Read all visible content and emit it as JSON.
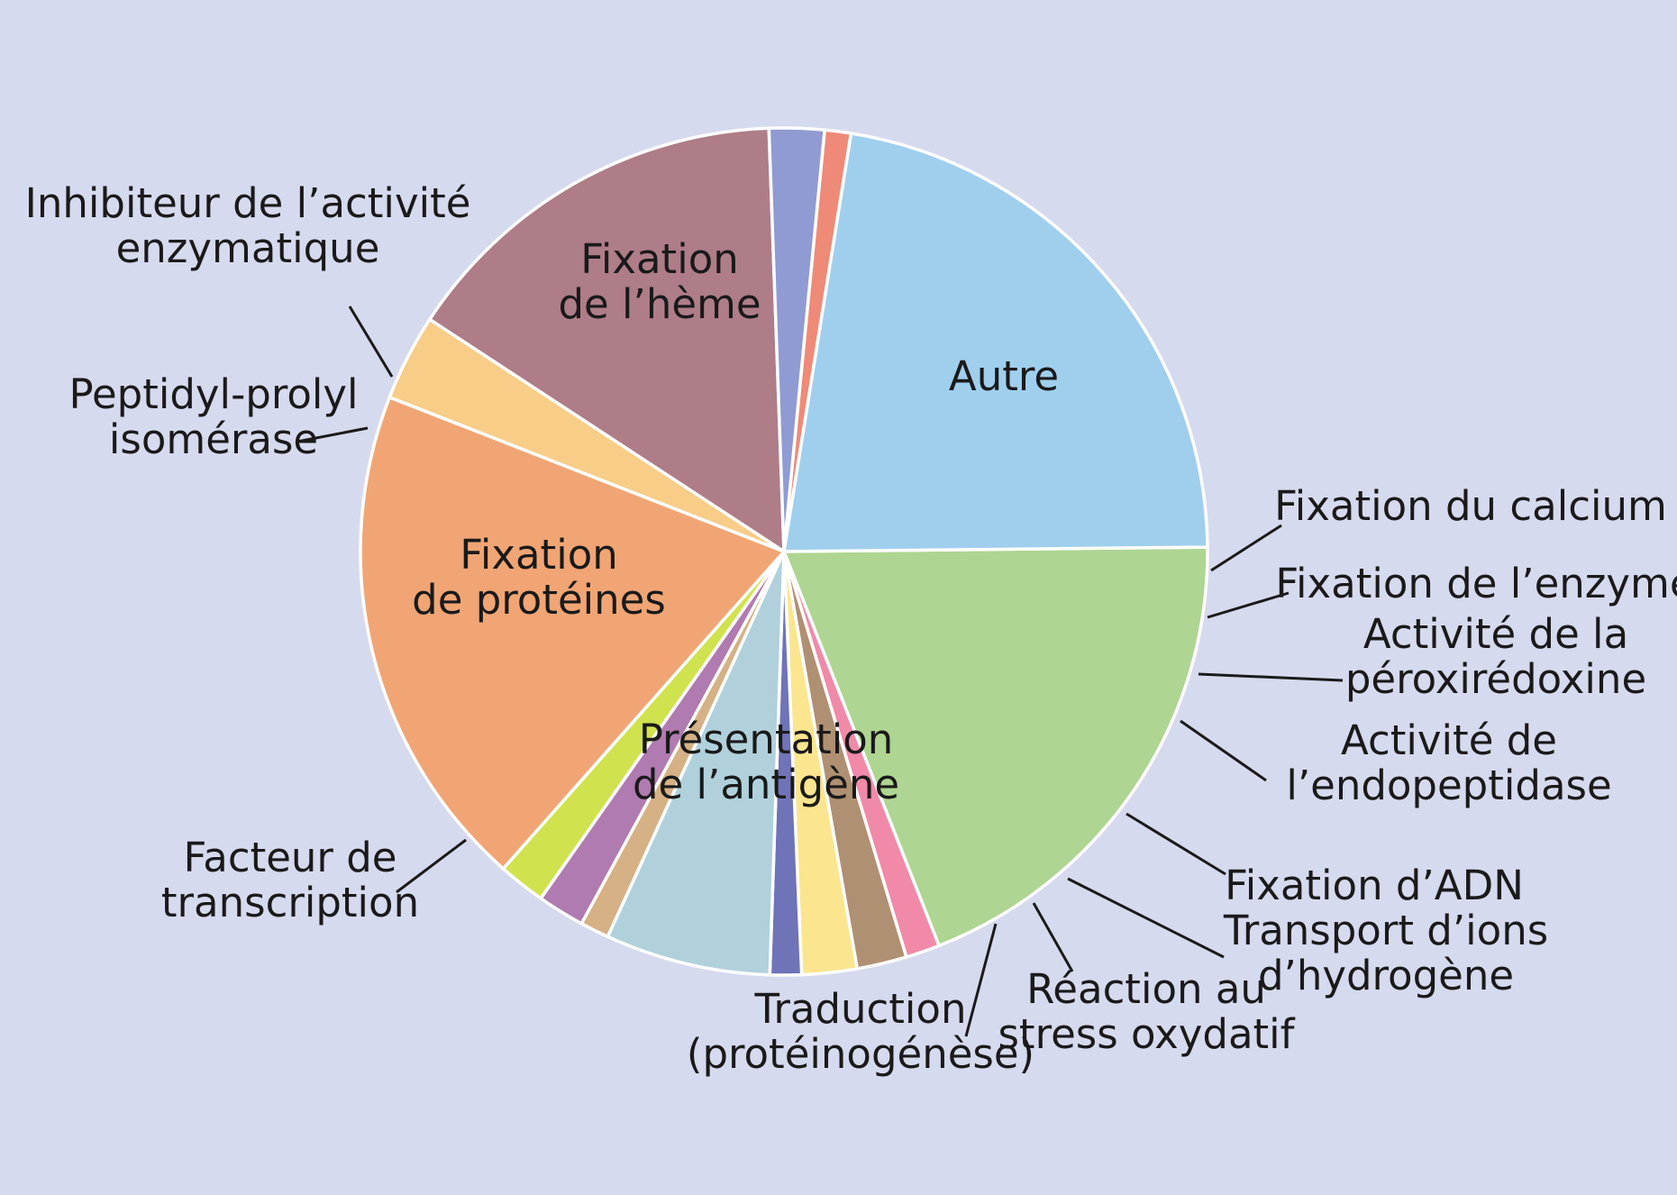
{
  "chart_data": {
    "type": "pie",
    "title": "",
    "colors": {
      "background": "#d6daee",
      "slice_border": "#ffffff",
      "leader_line": "#1a1a1a"
    },
    "slices": [
      {
        "label": "Autre",
        "value": 19.2,
        "color": "#aed591",
        "label_inside": true,
        "lines": [
          "Autre"
        ]
      },
      {
        "label": "Fixation du calcium",
        "value": 1.3,
        "color": "#f08aa8",
        "label_inside": false,
        "lines": [
          "Fixation du calcium"
        ]
      },
      {
        "label": "Fixation de l’enzyme",
        "value": 1.9,
        "color": "#b09072",
        "label_inside": false,
        "lines": [
          "Fixation de l’enzyme"
        ]
      },
      {
        "label": "Activité de la péroxirédoxine",
        "value": 2.1,
        "color": "#fbe58e",
        "label_inside": false,
        "lines": [
          "Activité de la",
          "péroxirédoxine"
        ]
      },
      {
        "label": "Activité de l’endopeptidase",
        "value": 1.2,
        "color": "#6f73b8",
        "label_inside": false,
        "lines": [
          "Activité de",
          "l’endopeptidase"
        ]
      },
      {
        "label": "Fixation d’ADN",
        "value": 6.3,
        "color": "#b0d1dc",
        "label_inside": false,
        "lines": [
          "Fixation d’ADN"
        ]
      },
      {
        "label": "Transport d’ions d’hydrogène",
        "value": 1.1,
        "color": "#d5b185",
        "label_inside": false,
        "lines": [
          "Transport d’ions",
          "d’hydrogène"
        ]
      },
      {
        "label": "Réaction au stress oxydatif",
        "value": 1.8,
        "color": "#b07bb0",
        "label_inside": false,
        "lines": [
          "Réaction au",
          "stress oxydatif"
        ]
      },
      {
        "label": "Traduction (protéinogénèse)",
        "value": 1.8,
        "color": "#d1e24f",
        "label_inside": false,
        "lines": [
          "Traduction",
          "(protéinogénèse)"
        ]
      },
      {
        "label": "Présentation de l’antigène",
        "value": 19.4,
        "color": "#f1a574",
        "label_inside": true,
        "lines": [
          "Présentation",
          "de l’antigène"
        ]
      },
      {
        "label": "Facteur de transcription",
        "value": 3.3,
        "color": "#f7cd88",
        "label_inside": false,
        "lines": [
          "Facteur de",
          "transcription"
        ]
      },
      {
        "label": "Fixation de protéines",
        "value": 15.2,
        "color": "#ae7d88",
        "label_inside": true,
        "lines": [
          "Fixation",
          "de protéines"
        ]
      },
      {
        "label": "Peptidyl-prolyl isomérase",
        "value": 2.1,
        "color": "#8f9bd2",
        "label_inside": false,
        "lines": [
          "Peptidyl-prolyl",
          "isomérase"
        ]
      },
      {
        "label": "Inhibiteur de l’activité enzymatique",
        "value": 1.0,
        "color": "#ef8a78",
        "label_inside": false,
        "lines": [
          "Inhibiteur de l’activité",
          "enzymatique"
        ]
      },
      {
        "label": "Fixation de l’hème",
        "value": 22.3,
        "color": "#a0cfee",
        "label_inside": true,
        "lines": [
          "Fixation",
          "de l’hème"
        ]
      }
    ]
  }
}
